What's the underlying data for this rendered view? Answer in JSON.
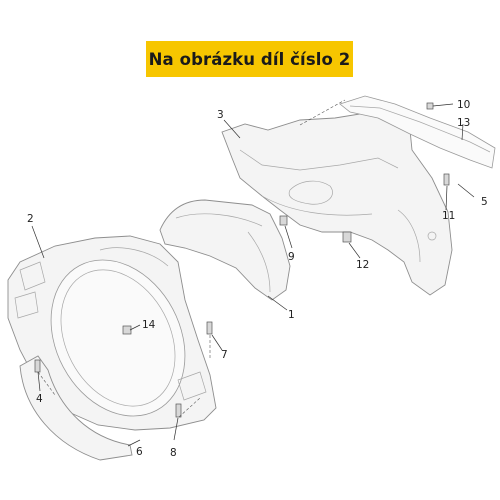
{
  "banner": {
    "text": "Na obrázku díl číslo 2",
    "color": "#f7c600"
  },
  "callouts": [
    "1",
    "2",
    "3",
    "4",
    "5",
    "6",
    "7",
    "8",
    "9",
    "10",
    "11",
    "12",
    "13",
    "14"
  ]
}
